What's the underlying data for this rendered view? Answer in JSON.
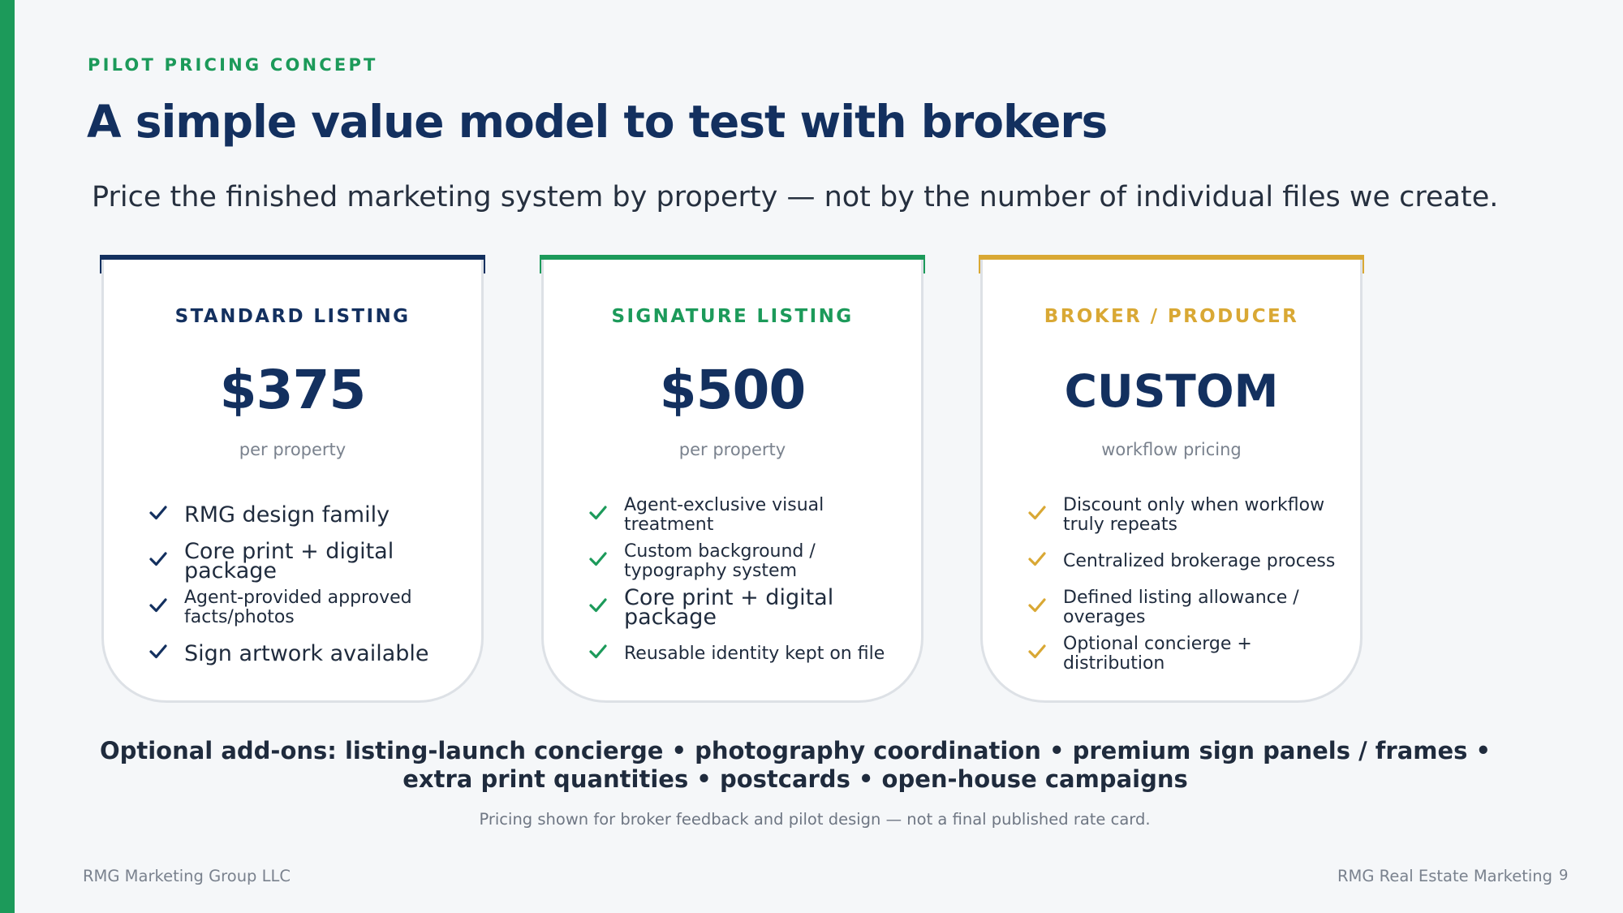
{
  "slide": {
    "eyebrow": "PILOT PRICING CONCEPT",
    "title": "A simple value model to test with brokers",
    "subtitle": "Price the finished marketing system by property — not by the number of individual files we create."
  },
  "colors": {
    "navy": "#13305f",
    "green": "#1c9a5a",
    "gold": "#d9a834",
    "background": "#f5f7f9"
  },
  "cards": [
    {
      "heading": "STANDARD LISTING",
      "price": "$375",
      "unit": "per property",
      "accent": "#13305f",
      "check_icon": "checkmark-icon",
      "features": [
        "RMG design family",
        "Core print + digital package",
        "Agent-provided approved facts/photos",
        "Sign artwork available"
      ]
    },
    {
      "heading": "SIGNATURE LISTING",
      "price": "$500",
      "unit": "per property",
      "accent": "#1c9a5a",
      "check_icon": "checkmark-icon",
      "features": [
        "Agent-exclusive visual treatment",
        "Custom background / typography system",
        "Core print + digital package",
        "Reusable identity kept on file"
      ]
    },
    {
      "heading": "BROKER / PRODUCER",
      "price": "CUSTOM",
      "unit": "workflow pricing",
      "accent": "#d9a834",
      "check_icon": "checkmark-icon",
      "features": [
        "Discount only when workflow truly repeats",
        "Centralized brokerage process",
        "Defined listing allowance / overages",
        "Optional concierge + distribution"
      ]
    }
  ],
  "addons": "Optional add-ons: listing-launch concierge • photography coordination • premium sign panels / frames • extra print quantities • postcards • open-house campaigns",
  "disclaimer": "Pricing shown for broker feedback and pilot design — not a final published rate card.",
  "footer": {
    "left": "RMG Marketing Group LLC",
    "right": "RMG Real Estate Marketing",
    "page": "9"
  }
}
